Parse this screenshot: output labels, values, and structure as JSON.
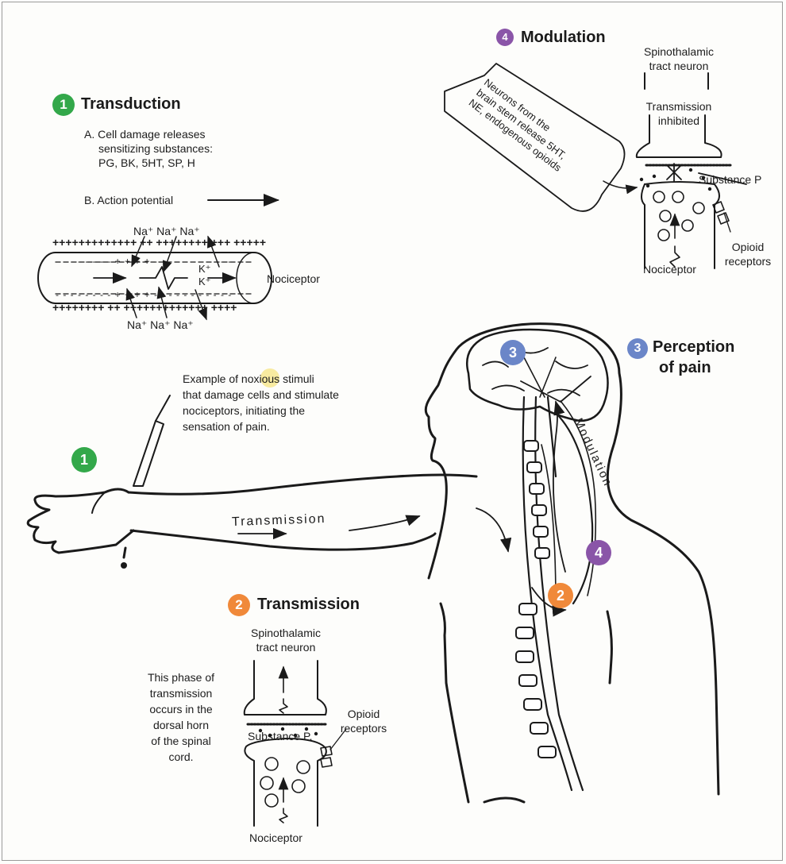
{
  "colors": {
    "green": "#33a84a",
    "orange": "#f0893a",
    "blue": "#6b86c8",
    "purple": "#8a55a8",
    "ink": "#1a1a1a"
  },
  "transduction": {
    "badge": "1",
    "title": "Transduction",
    "a_line1": "A. Cell damage releases",
    "a_line2": "sensitizing substances:",
    "a_line3": "PG, BK, 5HT, SP, H",
    "b_label": "B. Action potential",
    "na_top": "Na⁺ Na⁺ Na⁺",
    "na_bottom": "Na⁺ Na⁺ Na⁺",
    "k1": "K⁺",
    "k2": "K⁺",
    "nociceptor": "Nociceptor"
  },
  "modulation": {
    "badge": "4",
    "title": "Modulation",
    "tract_line1": "Spinothalamic",
    "tract_line2": "tract neuron",
    "inhib_line1": "Transmission",
    "inhib_line2": "inhibited",
    "brainstem_line1": "Neurons from the",
    "brainstem_line2": "brain stem release 5HT,",
    "brainstem_line3": "NE, endogenous opioids",
    "substance_p": "Substance P",
    "nociceptor": "Nociceptor",
    "opioid_line1": "Opioid",
    "opioid_line2": "receptors"
  },
  "perception": {
    "badge": "3",
    "line1": "Perception",
    "line2": "of pain",
    "brain_badge": "3"
  },
  "stimulus": {
    "line1": "Example of noxious stimuli",
    "line2": "that damage cells and stimulate",
    "line3": "nociceptors, initiating the",
    "line4": "sensation of pain.",
    "badge": "1"
  },
  "body": {
    "arm_label": "Transmission",
    "spine_label": "Modulation",
    "spine_badge_purple": "4",
    "spine_badge_orange": "2"
  },
  "transmission": {
    "badge": "2",
    "title": "Transmission",
    "tract_line1": "Spinothalamic",
    "tract_line2": "tract neuron",
    "phase_line1": "This phase of",
    "phase_line2": "transmission",
    "phase_line3": "occurs in the",
    "phase_line4": "dorsal horn",
    "phase_line5": "of the spinal",
    "phase_line6": "cord.",
    "substance_p": "Substance P.",
    "opioid_line1": "Opioid",
    "opioid_line2": "receptors",
    "nociceptor": "Nociceptor"
  }
}
